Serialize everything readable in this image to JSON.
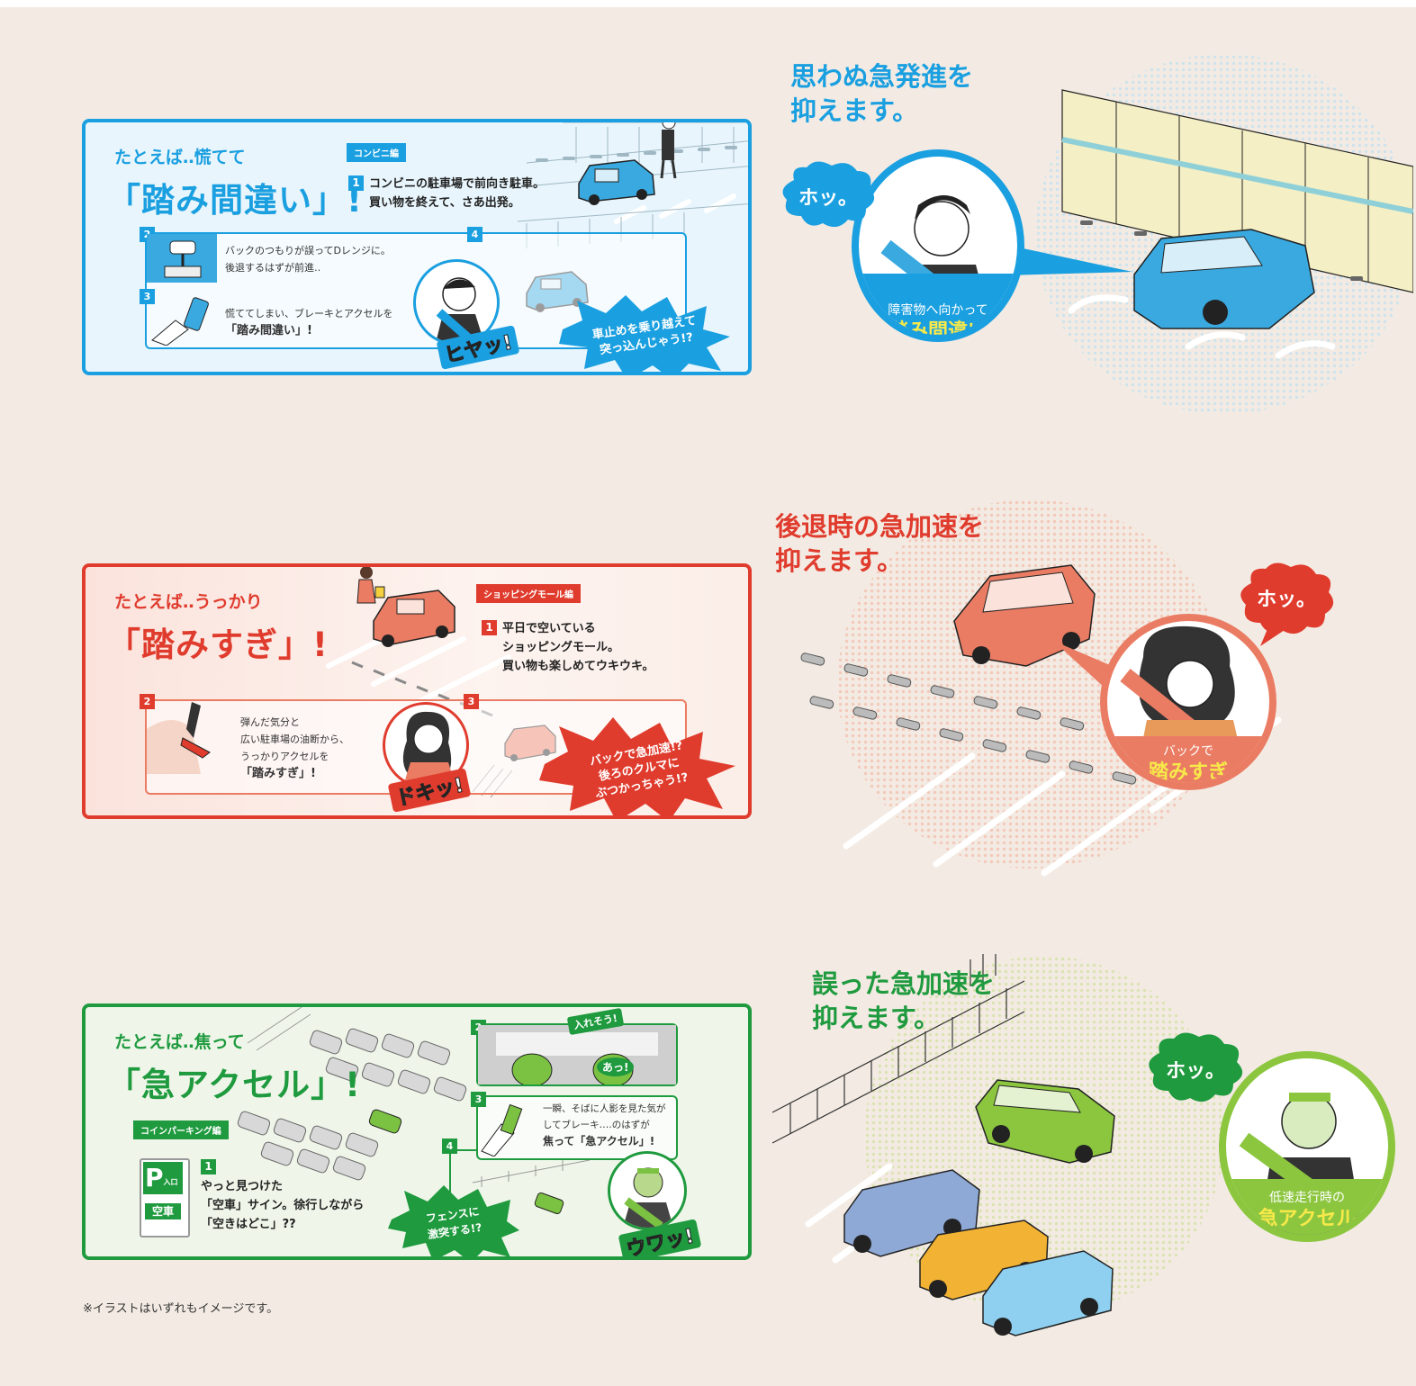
{
  "panel1": {
    "lead": "たとえば‥慌てて",
    "big": "「踏み間違い」!",
    "tag": "コンビニ編",
    "step1_num": "1",
    "step1_line1": "コンビニの駐車場で前向き駐車。",
    "step1_line2": "買い物を終えて、さあ出発。",
    "step2_num": "2",
    "step2_line1": "バックのつもりが誤ってDレンジに。",
    "step2_line2": "後退するはずが前進‥",
    "step3_num": "3",
    "step3_line1": "慌ててしまい、ブレーキとアクセルを",
    "step3_line2": "「踏み間違い」!",
    "step4_num": "4",
    "onomatopoeia": "ヒヤッ!",
    "burst_line1": "車止めを乗り越えて",
    "burst_line2": "突っ込んじゃう!?"
  },
  "panel2": {
    "lead": "たとえば‥うっかり",
    "big": "「踏みすぎ」!",
    "tag": "ショッピングモール編",
    "step1_num": "1",
    "step1_line1": "平日で空いている",
    "step1_line2": "ショッピングモール。",
    "step1_line3": "買い物も楽しめてウキウキ。",
    "step2_num": "2",
    "step2_line1": "弾んだ気分と",
    "step2_line2": "広い駐車場の油断から、",
    "step2_line3": "うっかりアクセルを",
    "step2_line4": "「踏みすぎ」!",
    "step3_num": "3",
    "onomatopoeia": "ドキッ!",
    "burst_line1": "バックで急加速!?",
    "burst_line2": "後ろのクルマに",
    "burst_line3": "ぶつかっちゃう!?"
  },
  "panel3": {
    "lead": "たとえば‥焦って",
    "big": "「急アクセル」!",
    "tag": "コインパーキング編",
    "sign_p": "P",
    "sign_entry": "入口",
    "sign_vacant": "空車",
    "step1_num": "1",
    "step1_line1": "やっと見つけた",
    "step1_line2": "「空車」サイン。徐行しながら",
    "step1_line3": "「空きはどこ」??",
    "step2_num": "2",
    "step2_bubble": "入れそう!",
    "step2_exclaim": "あっ!",
    "step3_num": "3",
    "step3_line1": "一瞬、そばに人影を見た気が",
    "step3_line2": "してブレーキ‥‥のはずが",
    "step3_line3": "焦って「急アクセル」!",
    "step4_num": "4",
    "onomatopoeia": "ウワッ!",
    "burst_line1": "フェンスに",
    "burst_line2": "激突する!?"
  },
  "right1": {
    "headline_line1": "思わぬ急発進を",
    "headline_line2": "抑えます。",
    "speech": "ホッ。",
    "caption_small": "障害物へ向かって",
    "caption_big": "踏み間違い"
  },
  "right2": {
    "headline_line1": "後退時の急加速を",
    "headline_line2": "抑えます。",
    "speech": "ホッ。",
    "caption_small": "バックで",
    "caption_big": "踏みすぎ"
  },
  "right3": {
    "headline_line1": "誤った急加速を",
    "headline_line2": "抑えます。",
    "speech": "ホッ。",
    "caption_small": "低速走行時の",
    "caption_big": "急アクセル"
  },
  "note": "※イラストはいずれもイメージです。",
  "colors": {
    "blue": "#1a9fe0",
    "red": "#e03c2e",
    "green": "#1f9a3e",
    "coral": "#ea7c63",
    "lime": "#8cc63f",
    "yellow_text": "#f7e94a"
  }
}
